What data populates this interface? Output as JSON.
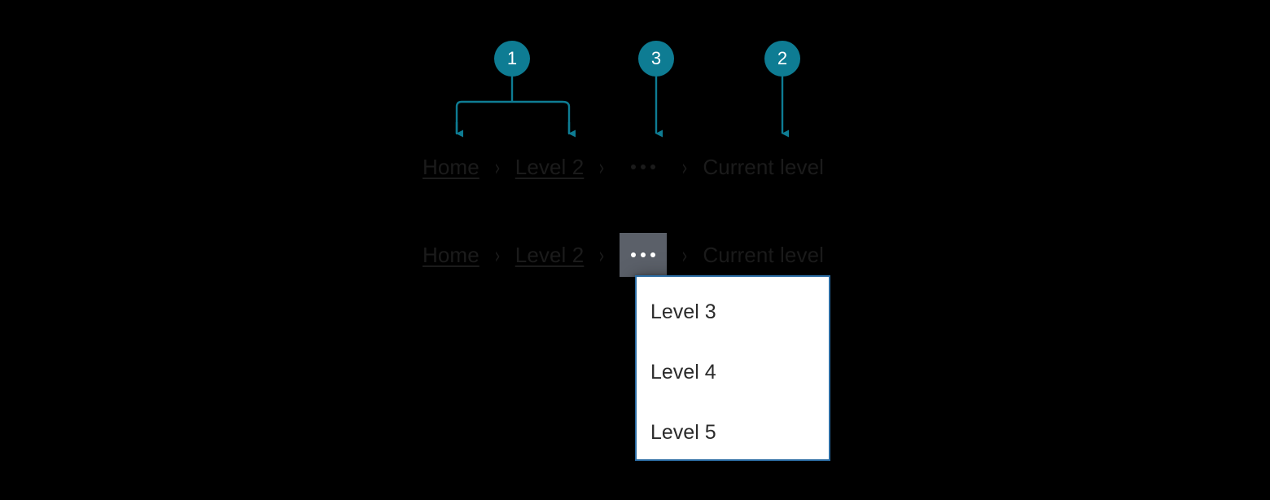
{
  "colors": {
    "background": "#000000",
    "callout_fill": "#0E7C93",
    "callout_text": "#FFFFFF",
    "connector": "#0E7C93",
    "crumb_text": "#1B1B1B",
    "overflow_active_bg": "#5B6069",
    "menu_border": "#2B6CA3",
    "menu_bg": "#FFFFFF",
    "menu_text": "#2B2B2B"
  },
  "callouts": [
    {
      "id": "1",
      "label": "1"
    },
    {
      "id": "3",
      "label": "3"
    },
    {
      "id": "2",
      "label": "2"
    }
  ],
  "breadcrumb_plain": {
    "items": [
      {
        "label": "Home",
        "type": "link"
      },
      {
        "label": "Level 2",
        "type": "link"
      },
      {
        "label": "...",
        "type": "overflow"
      },
      {
        "label": "Current level",
        "type": "current"
      }
    ],
    "separator": "›"
  },
  "breadcrumb_open": {
    "items": [
      {
        "label": "Home",
        "type": "link"
      },
      {
        "label": "Level 2",
        "type": "link"
      },
      {
        "label": "...",
        "type": "overflow"
      },
      {
        "label": "Current level",
        "type": "current"
      }
    ],
    "separator": "›"
  },
  "overflow_menu": {
    "items": [
      {
        "label": "Level 3"
      },
      {
        "label": "Level 4"
      },
      {
        "label": "Level 5"
      }
    ]
  }
}
